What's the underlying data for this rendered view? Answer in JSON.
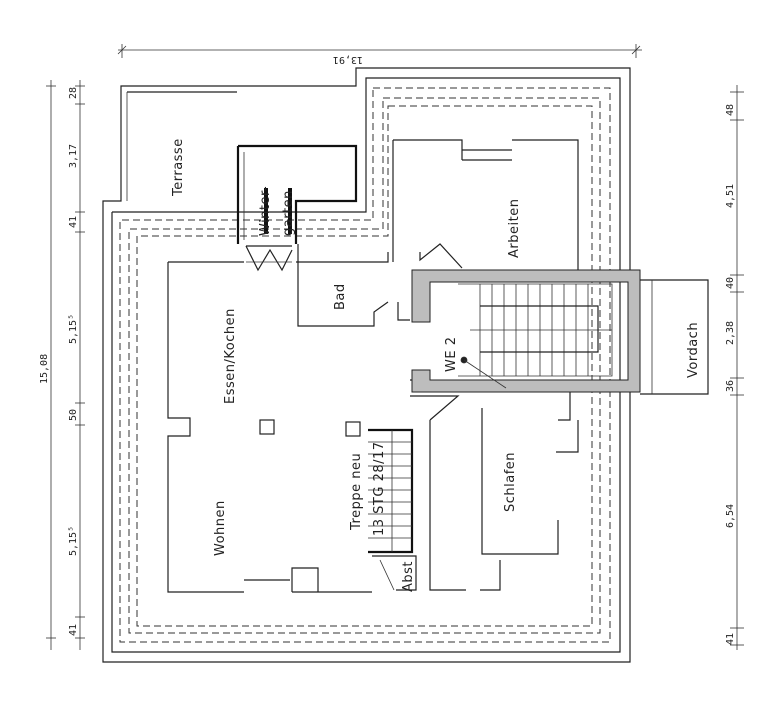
{
  "plan": {
    "rooms": {
      "terrasse": "Terrasse",
      "wintergarten_1": "Winter-",
      "wintergarten_2": "garten",
      "bad": "Bad",
      "arbeiten": "Arbeiten",
      "vordach": "Vordach",
      "essen_kochen": "Essen/Kochen",
      "wohnen": "Wohnen",
      "schlafen": "Schlafen",
      "we2": "WE 2",
      "treppe_1": "Treppe neu",
      "treppe_2": "13 STG 28/17",
      "abst": "Abst"
    },
    "dimensions": {
      "top_total": "13,91",
      "left_total": "15,08",
      "left_segments": [
        "28",
        "3,17",
        "41",
        "5,15⁵",
        "50",
        "5,15⁵",
        "41"
      ],
      "right_segments": [
        "48",
        "4,51",
        "40",
        "2,38",
        "36",
        "6,54",
        "41"
      ]
    }
  }
}
